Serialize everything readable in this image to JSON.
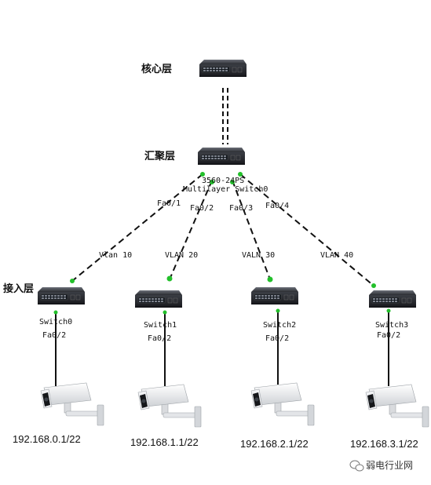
{
  "layers": {
    "core": "核心层",
    "aggregation": "汇聚层",
    "access": "接入层"
  },
  "core_switch": {},
  "aggregation_switch": {
    "model": "3560-24PS",
    "name": "Multilayer Switch0"
  },
  "uplinks": [
    {
      "port": "Fa0/1",
      "vlan": "Vlan 10"
    },
    {
      "port": "Fa0/2",
      "vlan": "VLAN 20"
    },
    {
      "port": "Fa0/3",
      "vlan": "VALN 30"
    },
    {
      "port": "Fa0/4",
      "vlan": "VLAN 40"
    }
  ],
  "access_switches": [
    {
      "name": "Switch0",
      "port": "Fa0/2",
      "camera_ip": "192.168.0.1/22"
    },
    {
      "name": "Switch1",
      "port": "Fa0/2",
      "camera_ip": "192.168.1.1/22"
    },
    {
      "name": "Switch2",
      "port": "Fa0/2",
      "camera_ip": "192.168.2.1/22"
    },
    {
      "name": "Switch3",
      "port": "Fa0/2",
      "camera_ip": "192.168.3.1/22"
    }
  ],
  "watermark": "弱电行业网",
  "colors": {
    "link_light": "#22c02a",
    "cable": "#111111",
    "switch_body": "#3a3d45"
  }
}
